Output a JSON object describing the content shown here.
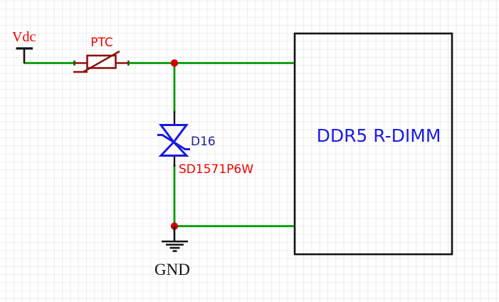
{
  "schematic": {
    "power_label": "Vdc",
    "ground_label": "GND",
    "fuse": {
      "label": "PTC"
    },
    "tvs_diode": {
      "designator": "D16",
      "part_number": "SD1571P6W"
    },
    "module": {
      "label": "DDR5 R-DIMM"
    }
  },
  "colors": {
    "background": "#ffffff",
    "grid_line": "#ececec",
    "wire_green": "#009b00",
    "component_dark_red": "#8e1111",
    "label_red": "#f20000",
    "symbol_blue": "#1a1ae0",
    "designator_blue": "#202099",
    "module_text_blue": "#1c1ce6",
    "junction_red": "#d40000",
    "outline_black": "#141414"
  }
}
